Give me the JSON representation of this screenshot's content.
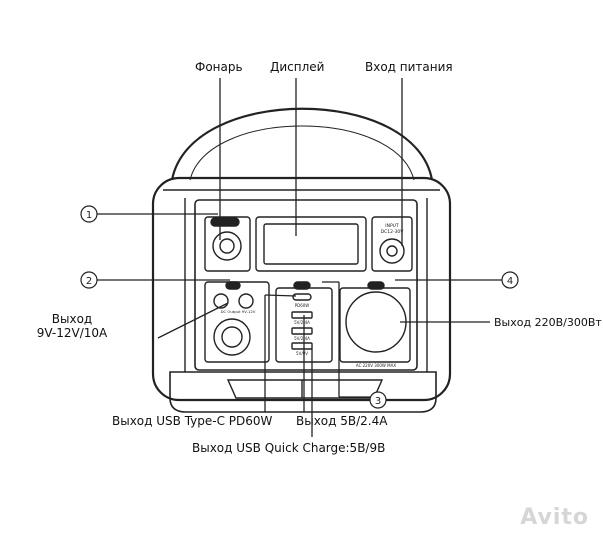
{
  "labels": {
    "flashlight": "Фонарь",
    "display": "Дисплей",
    "power_input": "Вход питания",
    "dc_out_line1": "Выход",
    "dc_out_line2": "9V-12V/10A",
    "ac_out": "Выход 220В/300Вт",
    "usb_c_out": "Выход  USB Type-C PD60W",
    "usb_a_out": "Выход  5В/2.4А",
    "usb_qc_out": "Выход USB Quick Charge:5B/9B"
  },
  "callouts": [
    "1",
    "2",
    "3",
    "4"
  ],
  "device_text": {
    "input_line1": "INPUT",
    "input_line2": "DC12-30V",
    "usb_c": "PD60W",
    "usb1": "5V/2.4A",
    "usb2": "5V/2.4A",
    "usb3": "5V/9V",
    "dc_text": "DC Output 9V-12V",
    "ac_text": "AC 220V 300W MAX"
  },
  "watermark": "Avito",
  "colors": {
    "line": "#222222",
    "background": "#ffffff"
  }
}
